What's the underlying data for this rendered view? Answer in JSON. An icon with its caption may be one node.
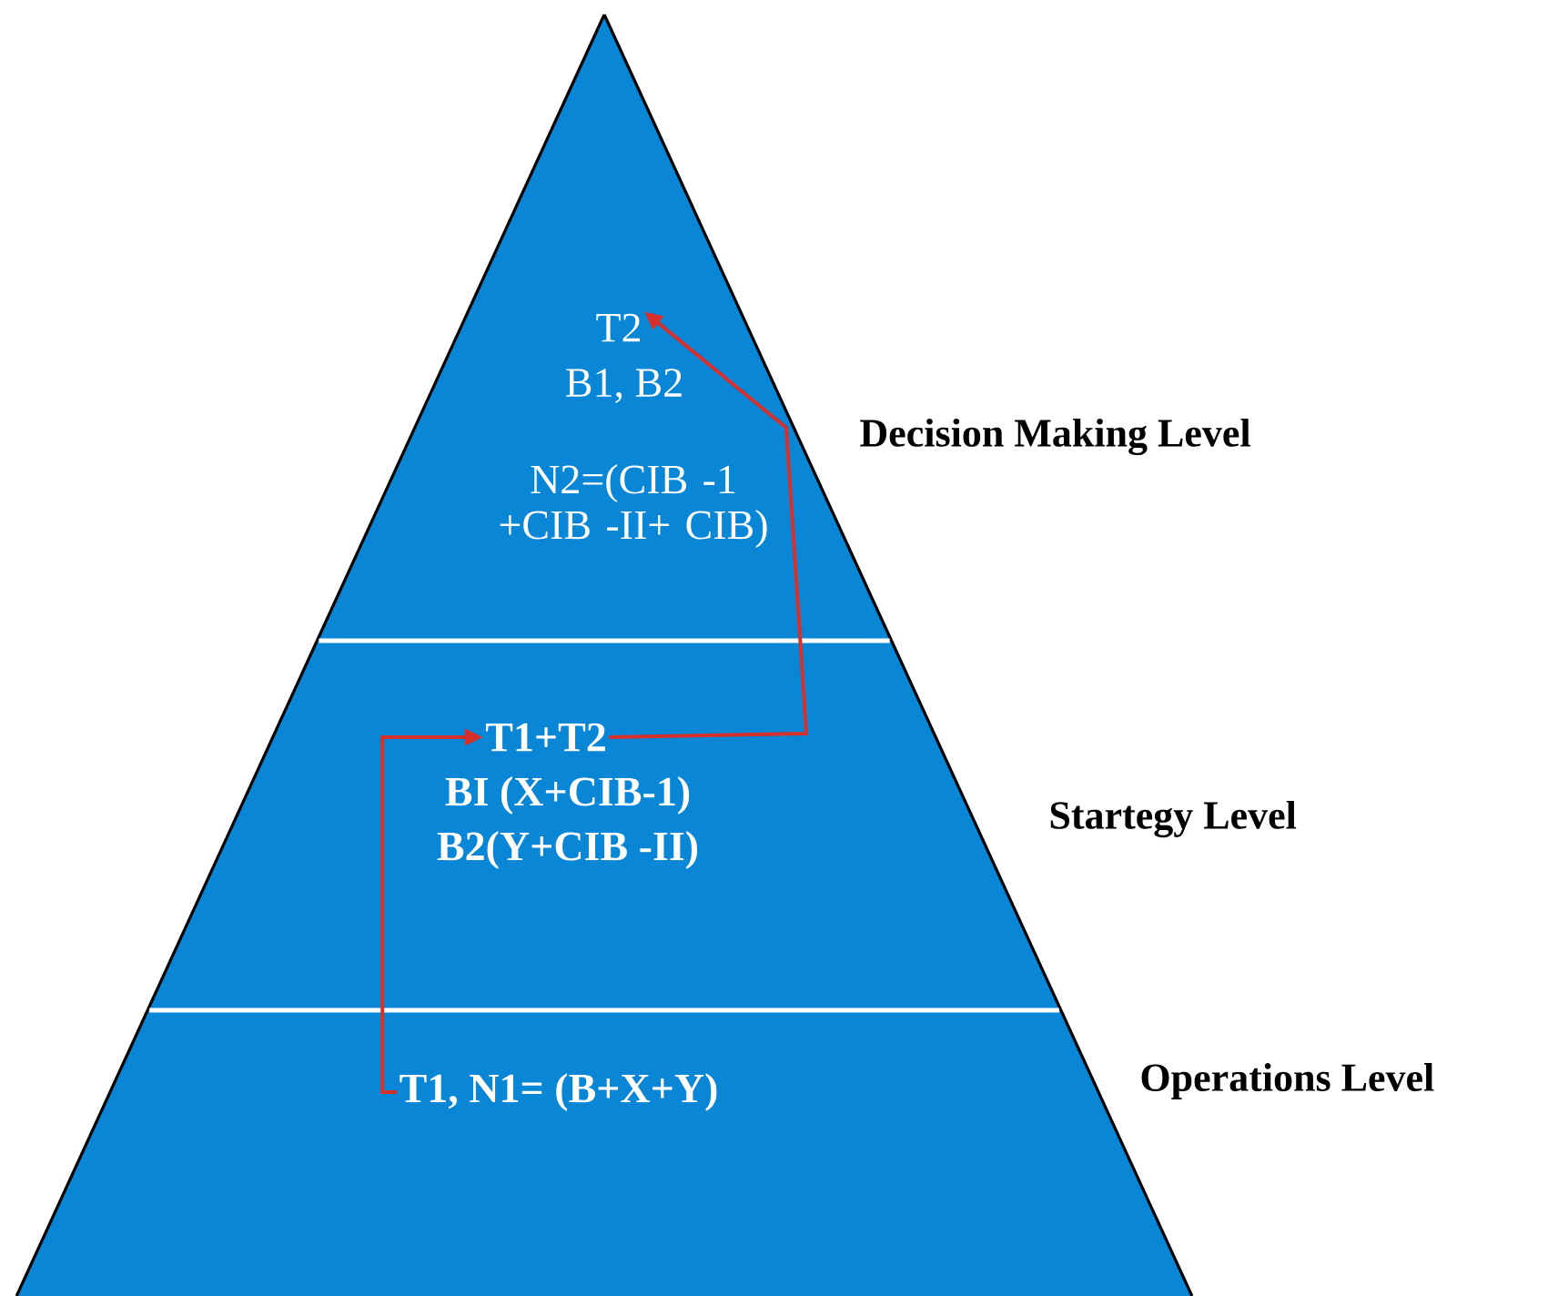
{
  "diagram": {
    "nodes": [
      {
        "text": [],
        "shape": "triangle",
        "beside": [
          "Decision Making Level"
        ]
      },
      {
        "text": [],
        "shape": "trapezoid",
        "beside": [
          "Startegy Level"
        ]
      },
      {
        "text": [],
        "shape": "trapezoid",
        "beside": [
          "Operations Level"
        ]
      },
      {
        "text": [
          "T2"
        ],
        "in": 0
      },
      {
        "text": [
          "B1, B2"
        ],
        "in": 0
      },
      {
        "text": [
          "N2=(CIB -1 +CIB -II+ CIB)"
        ],
        "in": 0
      },
      {
        "text": [
          "T1+T2"
        ],
        "in": 1
      },
      {
        "text": [
          "BI (X+CIB-1)"
        ],
        "in": 1
      },
      {
        "text": [
          "B2(Y+CIB -II)"
        ],
        "in": 1
      },
      {
        "text": [
          "T1, N1= (B+X+Y)"
        ],
        "in": 2
      }
    ],
    "edges": [
      {
        "from": 9,
        "to": 6,
        "arrow": "to"
      },
      {
        "from": 6,
        "to": 3,
        "arrow": "to"
      }
    ]
  }
}
